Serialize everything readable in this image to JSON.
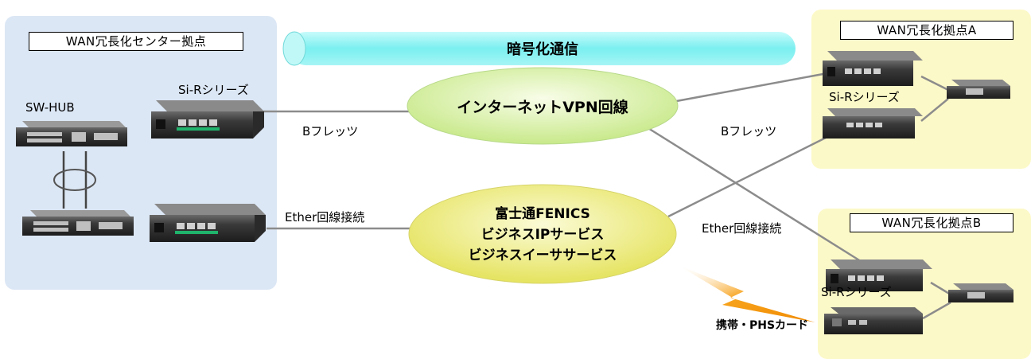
{
  "center_site": {
    "label": "WAN冗長化センター拠点",
    "switch_label": "SW-HUB",
    "router_label": "Si-Rシリーズ"
  },
  "site_a": {
    "label": "WAN冗長化拠点A",
    "router_label": "Si-Rシリーズ"
  },
  "site_b": {
    "label": "WAN冗長化拠点B",
    "router_label": "Si-Rシリーズ",
    "mobile_label": "携帯・PHSカード"
  },
  "encryption_banner": "暗号化通信",
  "internet_vpn": "インターネットVPN回線",
  "fenics": {
    "line1": "富士通FENICS",
    "line2": "ビジネスIPサービス",
    "line3": "ビジネスイーササービス"
  },
  "links": {
    "bflets_left": "Bフレッツ",
    "bflets_right": "Bフレッツ",
    "ether_left": "Ether回線接続",
    "ether_right": "Ether回線接続"
  },
  "colors": {
    "center_bg": "#dce7f5",
    "site_bg": "#fcf9c8",
    "banner_fill": "#8ff3f3",
    "ellipse_green": "#e3f4b4",
    "ellipse_yellow": "#f2f18a",
    "line_gray": "#8c8c8c",
    "bolt_orange": "#f7a21b"
  }
}
